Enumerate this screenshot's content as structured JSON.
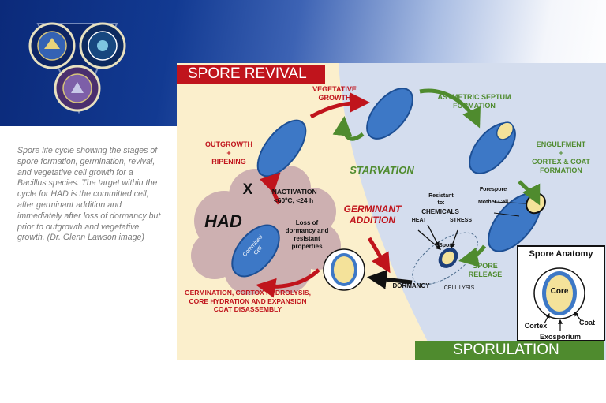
{
  "caption": "Spore life cycle showing the stages of spore formation, germination, revival, and vegetative cell growth for a Bacillus species. The target within the cycle for HAD is the committed cell, after germinant addition and immediately after loss of dormancy but prior to outgrowth and vegetative growth. (Dr. Glenn Lawson image)",
  "diagram": {
    "revival_title": "SPORE REVIVAL",
    "sporulation_title": "SPORULATION",
    "vegetative_growth": "VEGETATIVE\nGROWTH",
    "asymmetric_septum": "ASYMETRIC SEPTUM\nFORMATION",
    "engulfment": "ENGULFMENT\n+\nCORTEX & COAT\nFORMATION",
    "forespore": "Forespore",
    "mother_cell": "Mother Cell",
    "starvation": "STARVATION",
    "outgrowth": "OUTGROWTH\n+\nRIPENING",
    "had": "HAD",
    "x_mark": "X",
    "inactivation": "INACTIVATION\n<60ºC, <24 h",
    "loss_of_dormancy": "Loss of\ndormancy and\nresistant\nproperties",
    "committed_cell": "Committed\nCell",
    "germinant_addition": "GERMINANT\nADDITION",
    "resistant_to": "Resistant\nto:",
    "chemicals": "CHEMICALS",
    "heat": "HEAT",
    "stress": "STRESS",
    "spore": "Spore",
    "spore_release": "SPORE\nRELEASE",
    "dormancy": "DORMANCY",
    "cell_lysis": "CELL LYSIS",
    "germination": "GERMINATION, CORTOX HYDROLYSIS,\nCORE HYDRATION AND EXPANSION\nCOAT DISASSEMBLY"
  },
  "anatomy": {
    "title": "Spore Anatomy",
    "core": "Core",
    "cortex": "Cortex",
    "coat": "Coat",
    "exosporium": "Exosporium"
  },
  "colors": {
    "banner_dark": "#0b2a7a",
    "revival_bg": "#fbefcc",
    "sporulation_bg": "#d4ddee",
    "red": "#c0141c",
    "green": "#4f8b2e",
    "cell_blue": "#3d78c6",
    "cloud": "#cdb0b1"
  }
}
